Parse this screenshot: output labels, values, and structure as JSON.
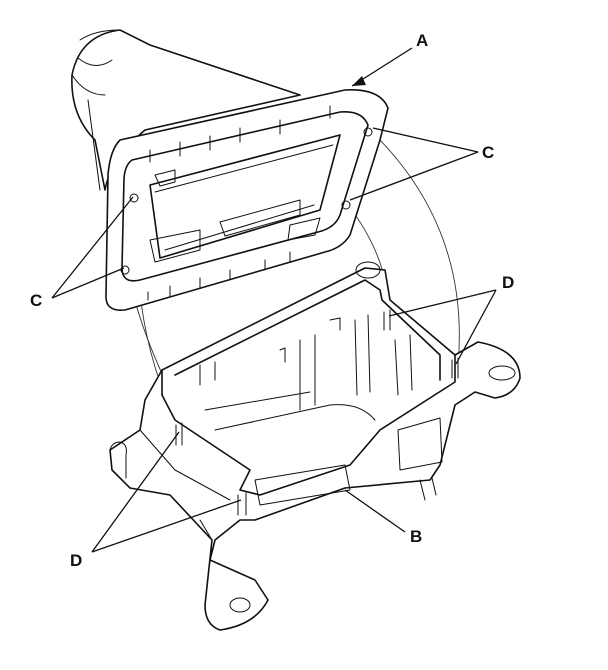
{
  "labels": {
    "a": "A",
    "b": "B",
    "c_right": "C",
    "c_left": "C",
    "d_right": "D",
    "d_left": "D"
  }
}
